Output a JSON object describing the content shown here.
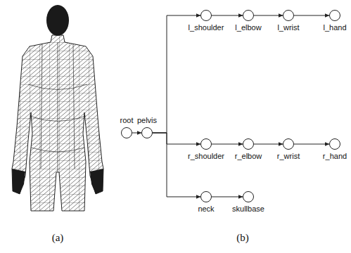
{
  "diagram": {
    "nodes": [
      {
        "text": [
          "root"
        ]
      },
      {
        "text": [
          "pelvis"
        ]
      },
      {
        "text": [
          "l_shoulder"
        ]
      },
      {
        "text": [
          "l_elbow"
        ]
      },
      {
        "text": [
          "l_wrist"
        ]
      },
      {
        "text": [
          "l_hand"
        ]
      },
      {
        "text": [
          "r_shoulder"
        ]
      },
      {
        "text": [
          "r_elbow"
        ]
      },
      {
        "text": [
          "r_wrist"
        ]
      },
      {
        "text": [
          "r_hand"
        ]
      },
      {
        "text": [
          "neck"
        ]
      },
      {
        "text": [
          "skullbase"
        ]
      }
    ],
    "edges": [
      {
        "from": 0,
        "to": 1,
        "arrow": "to"
      },
      {
        "from": 1,
        "to": 2,
        "arrow": "to"
      },
      {
        "from": 2,
        "to": 3,
        "arrow": "to"
      },
      {
        "from": 3,
        "to": 4,
        "arrow": "to"
      },
      {
        "from": 4,
        "to": 5,
        "arrow": "to"
      },
      {
        "from": 1,
        "to": 6,
        "arrow": "to"
      },
      {
        "from": 6,
        "to": 7,
        "arrow": "to"
      },
      {
        "from": 7,
        "to": 8,
        "arrow": "to"
      },
      {
        "from": 8,
        "to": 9,
        "arrow": "to"
      },
      {
        "from": 1,
        "to": 10,
        "arrow": "to"
      },
      {
        "from": 10,
        "to": 11,
        "arrow": "to"
      }
    ],
    "labels": [
      "(a)",
      "(b)"
    ]
  }
}
